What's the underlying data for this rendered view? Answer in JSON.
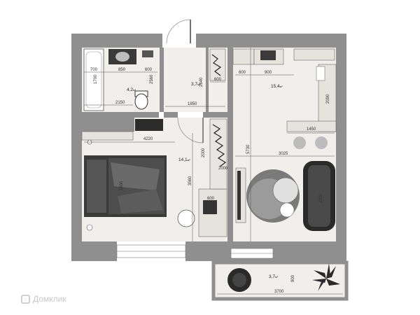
{
  "rooms": [
    {
      "id": "bath",
      "area_label": "4,2",
      "name": "bathroom"
    },
    {
      "id": "hall",
      "area_label": "3,7",
      "name": "hallway"
    },
    {
      "id": "kitchen",
      "area_label": "15,4",
      "name": "kitchen-living"
    },
    {
      "id": "bedroom",
      "area_label": "14,1",
      "name": "bedroom"
    },
    {
      "id": "balcony",
      "area_label": "3,7",
      "name": "balcony"
    }
  ],
  "area_unit": "м²",
  "dimensions": {
    "bath_d1": "700",
    "bath_d2": "850",
    "bath_d3": "600",
    "bath_d4": "1700",
    "bath_d5": "2560",
    "bath_d6": "2150",
    "hall_d1": "2640",
    "hall_d2": "600",
    "hall_d3": "1850",
    "kit_d1": "600",
    "kit_d2": "900",
    "kit_d3": "2090",
    "kit_d4": "1450",
    "kit_d5": "5730",
    "kit_d6": "3025",
    "kit_d7": "2000",
    "bed_d1": "4220",
    "bed_d2": "2000",
    "bed_d3": "1600",
    "bed_d4": "3560",
    "bed_d5": "2000",
    "bed_d6": "600",
    "bal_d1": "900",
    "bal_d2": "3700"
  },
  "watermark": "Домклик",
  "colors": {
    "wall": "#8f8f8f",
    "floor": "#f1efec",
    "outline": "#6b6b6b",
    "furniture": "#2c2c2c",
    "dim_line": "#555555"
  }
}
